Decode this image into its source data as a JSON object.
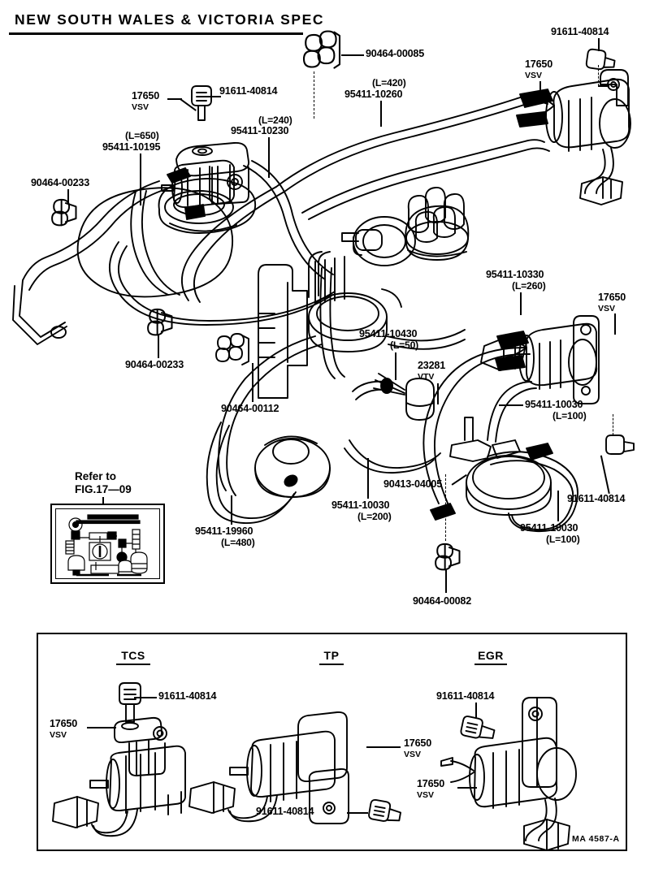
{
  "document": {
    "title": "NEW SOUTH WALES & VICTORIA SPEC",
    "sheet_code": "MA 4587-A",
    "refer_note_line1": "Refer to",
    "refer_note_line2": "FIG.17—09"
  },
  "main_diagram": {
    "callouts": [
      {
        "id": "c1",
        "part": "17650",
        "sub": "VSV",
        "length": ""
      },
      {
        "id": "c2",
        "part": "91611-40814",
        "sub": "",
        "length": ""
      },
      {
        "id": "c3",
        "part": "95411-10230",
        "sub": "",
        "length": "(L=240)"
      },
      {
        "id": "c4",
        "part": "95411-10195",
        "sub": "",
        "length": "(L=650)"
      },
      {
        "id": "c5",
        "part": "90464-00233",
        "sub": "",
        "length": ""
      },
      {
        "id": "c6",
        "part": "90464-00085",
        "sub": "",
        "length": ""
      },
      {
        "id": "c7",
        "part": "95411-10260",
        "sub": "",
        "length": "(L=420)"
      },
      {
        "id": "c8",
        "part": "91611-40814",
        "sub": "",
        "length": ""
      },
      {
        "id": "c9",
        "part": "17650",
        "sub": "VSV",
        "length": ""
      },
      {
        "id": "c10",
        "part": "90464-00233",
        "sub": "",
        "length": ""
      },
      {
        "id": "c11",
        "part": "90464-00112",
        "sub": "",
        "length": ""
      },
      {
        "id": "c12",
        "part": "95411-10430",
        "sub": "",
        "length": "(L=50)"
      },
      {
        "id": "c13",
        "part": "23281",
        "sub": "VTV",
        "length": ""
      },
      {
        "id": "c14",
        "part": "95411-10330",
        "sub": "",
        "length": "(L=260)"
      },
      {
        "id": "c15",
        "part": "17650",
        "sub": "VSV",
        "length": ""
      },
      {
        "id": "c16",
        "part": "95411-10030",
        "sub": "",
        "length": "(L=100)"
      },
      {
        "id": "c17",
        "part": "91611-40814",
        "sub": "",
        "length": ""
      },
      {
        "id": "c18",
        "part": "95411-10030",
        "sub": "",
        "length": "(L=100)"
      },
      {
        "id": "c19",
        "part": "95411-19960",
        "sub": "",
        "length": "(L=480)"
      },
      {
        "id": "c20",
        "part": "95411-10030",
        "sub": "",
        "length": "(L=200)"
      },
      {
        "id": "c21",
        "part": "90413-04005",
        "sub": "",
        "length": ""
      },
      {
        "id": "c22",
        "part": "90464-00082",
        "sub": "",
        "length": ""
      }
    ]
  },
  "detail_panel": {
    "sections": [
      {
        "name": "TCS",
        "callouts": [
          {
            "id": "t1",
            "part": "91611-40814",
            "sub": ""
          },
          {
            "id": "t2",
            "part": "17650",
            "sub": "VSV"
          }
        ]
      },
      {
        "name": "TP",
        "callouts": [
          {
            "id": "p1",
            "part": "17650",
            "sub": "VSV"
          },
          {
            "id": "p2",
            "part": "91611-40814",
            "sub": ""
          }
        ]
      },
      {
        "name": "EGR",
        "callouts": [
          {
            "id": "e1",
            "part": "91611-40814",
            "sub": ""
          },
          {
            "id": "e2",
            "part": "17650",
            "sub": "VSV"
          }
        ]
      }
    ]
  }
}
